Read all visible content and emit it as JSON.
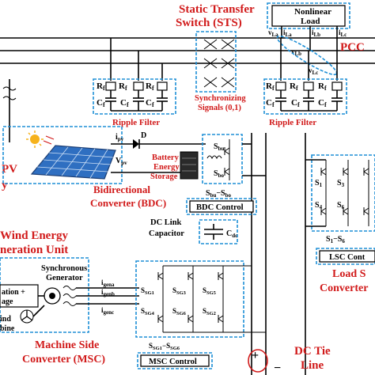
{
  "labels": {
    "sts_title_1": "Static Transfer",
    "sts_title_2": "Switch (STS)",
    "sync_1": "Synchronizing",
    "sync_2": "Signals (0,1)",
    "ripple_left": "Ripple Filter",
    "ripple_right": "Ripple Filter",
    "nonlinear_1": "Nonlinear",
    "nonlinear_2": "Load",
    "pcc": "PCC",
    "pv_1": "PV",
    "pv_2": "y",
    "ipv": "i",
    "ipv_sub": "pv",
    "vpv": "V",
    "vpv_sub": "pv",
    "battery_1": "Battery",
    "battery_2": "Energy",
    "battery_3": "Storage",
    "bdc_title_1": "Bidirectional",
    "bdc_title_2": "Converter (BDC)",
    "bdc_control": "BDC Control",
    "bdc_signals": "S",
    "dc_link_1": "DC Link",
    "dc_link_2": "Capacitor",
    "cdc": "C",
    "cdc_sub": "dc",
    "wind_1": "Wind Energy",
    "wind_2": "neration Unit",
    "sync_gen_1": "Synchronous",
    "sync_gen_2": "Generator",
    "excitation_1": "ation +",
    "excitation_2": "age",
    "turbine_1": "ind",
    "turbine_2": "bine",
    "msc_title_1": "Machine Side",
    "msc_title_2": "Converter (MSC)",
    "msc_control": "MSC Control",
    "msc_signals": "S",
    "dc_tie_1": "DC Tie",
    "dc_tie_2": "Line",
    "lsc_title_1": "Load S",
    "lsc_title_2": "Converter",
    "lsc_control": "LSC Cont",
    "lsc_signals": "S",
    "rf": "R",
    "cf": "C",
    "f_sub": "f",
    "plus": "+",
    "minus": "−"
  },
  "subscripts": {
    "ila": "La",
    "ilb": "Lb",
    "ilc": "Lc",
    "vla": "La",
    "vlb": "Lb",
    "vlc": "Lc",
    "sbu": "bu",
    "sbo": "bo",
    "bdc_sig": "bu",
    "bdc_sig2": "bo",
    "lsc_range": "1",
    "lsc_range2": "6",
    "msc_range": "SG1",
    "msc_range2": "SG6",
    "igena": "gena",
    "igenb": "genb",
    "igenc": "genc"
  },
  "switch_labels": {
    "s1": "S",
    "s1_sub": "1",
    "s3": "S",
    "s3_sub": "3",
    "s4": "S",
    "s4_sub": "4",
    "s6": "S",
    "s6_sub": "6",
    "sg1": "S",
    "sg1_sub": "SG1",
    "sg3": "S",
    "sg3_sub": "SG3",
    "sg4": "S",
    "sg4_sub": "SG4",
    "sg5": "S",
    "sg5_sub": "SG5",
    "sg6": "S",
    "sg6_sub": "SG6",
    "sg2": "S",
    "sg2_sub": "SG2"
  },
  "colors": {
    "title_red": "#d11a1a",
    "box_blue": "#1e8fd6",
    "sun": "#f6b21b",
    "panel": "#2f6fc1"
  },
  "icons": [
    "sun-icon",
    "solar-panel-icon",
    "battery-icon",
    "wind-turbine-icon",
    "generator-icon",
    "inductor-icon",
    "capacitor-icon",
    "diode-icon",
    "igbt-icon"
  ]
}
